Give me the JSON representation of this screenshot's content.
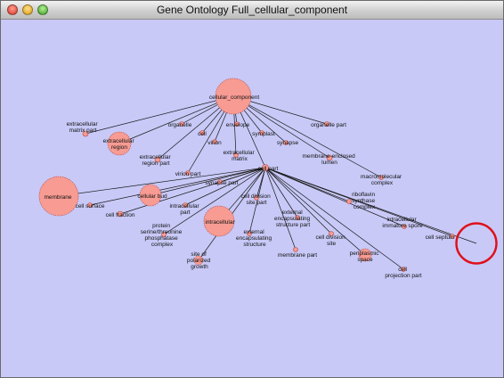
{
  "window": {
    "title": "Gene Ontology Full_cellular_component"
  },
  "colors": {
    "background": "#c8c9f7",
    "node_fill": "#f79b93",
    "selection_ring": "#e0101a"
  },
  "labels": {
    "cellular_component": "cellular_component",
    "extracellular_matrix_part": [
      "extracellular",
      "matrix part"
    ],
    "organelle": "organelle",
    "envelope": "envelope",
    "organelle_part": "organelle part",
    "extracellular_region": [
      "extracellular",
      "region"
    ],
    "cell": "cell",
    "symplast": "symplast",
    "virion": "virion",
    "synapse": "synapse",
    "extracellular_region_part": [
      "extracellular",
      "region part"
    ],
    "extracellular_matrix": [
      "extracellular",
      "matrix"
    ],
    "membrane_enclosed_lumen": [
      "membrane-enclosed",
      "lumen"
    ],
    "cell_part": "cell part",
    "virion_part": "virion part",
    "synapse_part": "synapse part",
    "macromolecular_complex": [
      "macromolecular",
      "complex"
    ],
    "membrane": "membrane",
    "cellular_bud": "cellular bud",
    "cell_division_site_part": [
      "cell division",
      "site part"
    ],
    "riboflavin_synthase_complex": [
      "riboflavin",
      "synthase",
      "complex"
    ],
    "cell_surface": "cell surface",
    "intracellular_part": [
      "intracellular",
      "part"
    ],
    "external_encapsulating_structure_part": [
      "external",
      "encapsulating",
      "structure part"
    ],
    "intracellular_immature_spore": [
      "intracellular",
      "immature spore"
    ],
    "cell_fraction": "cell fraction",
    "intracellular": "intracellular",
    "protein_serine_threonine_phosphatase_complex": [
      "protein",
      "serine/threonine",
      "phosphatase",
      "complex"
    ],
    "external_encapsulating_structure": [
      "external",
      "encapsulating",
      "structure"
    ],
    "cell_division_site": [
      "cell division",
      "site"
    ],
    "cell_septum": "cell septum",
    "site_polarized_growth": [
      "site of",
      "polarized",
      "growth"
    ],
    "membrane_part": "membrane part",
    "periplasmic_space": [
      "periplasmic",
      "space"
    ],
    "cell_projection_part": [
      "cell",
      "projection part"
    ]
  }
}
